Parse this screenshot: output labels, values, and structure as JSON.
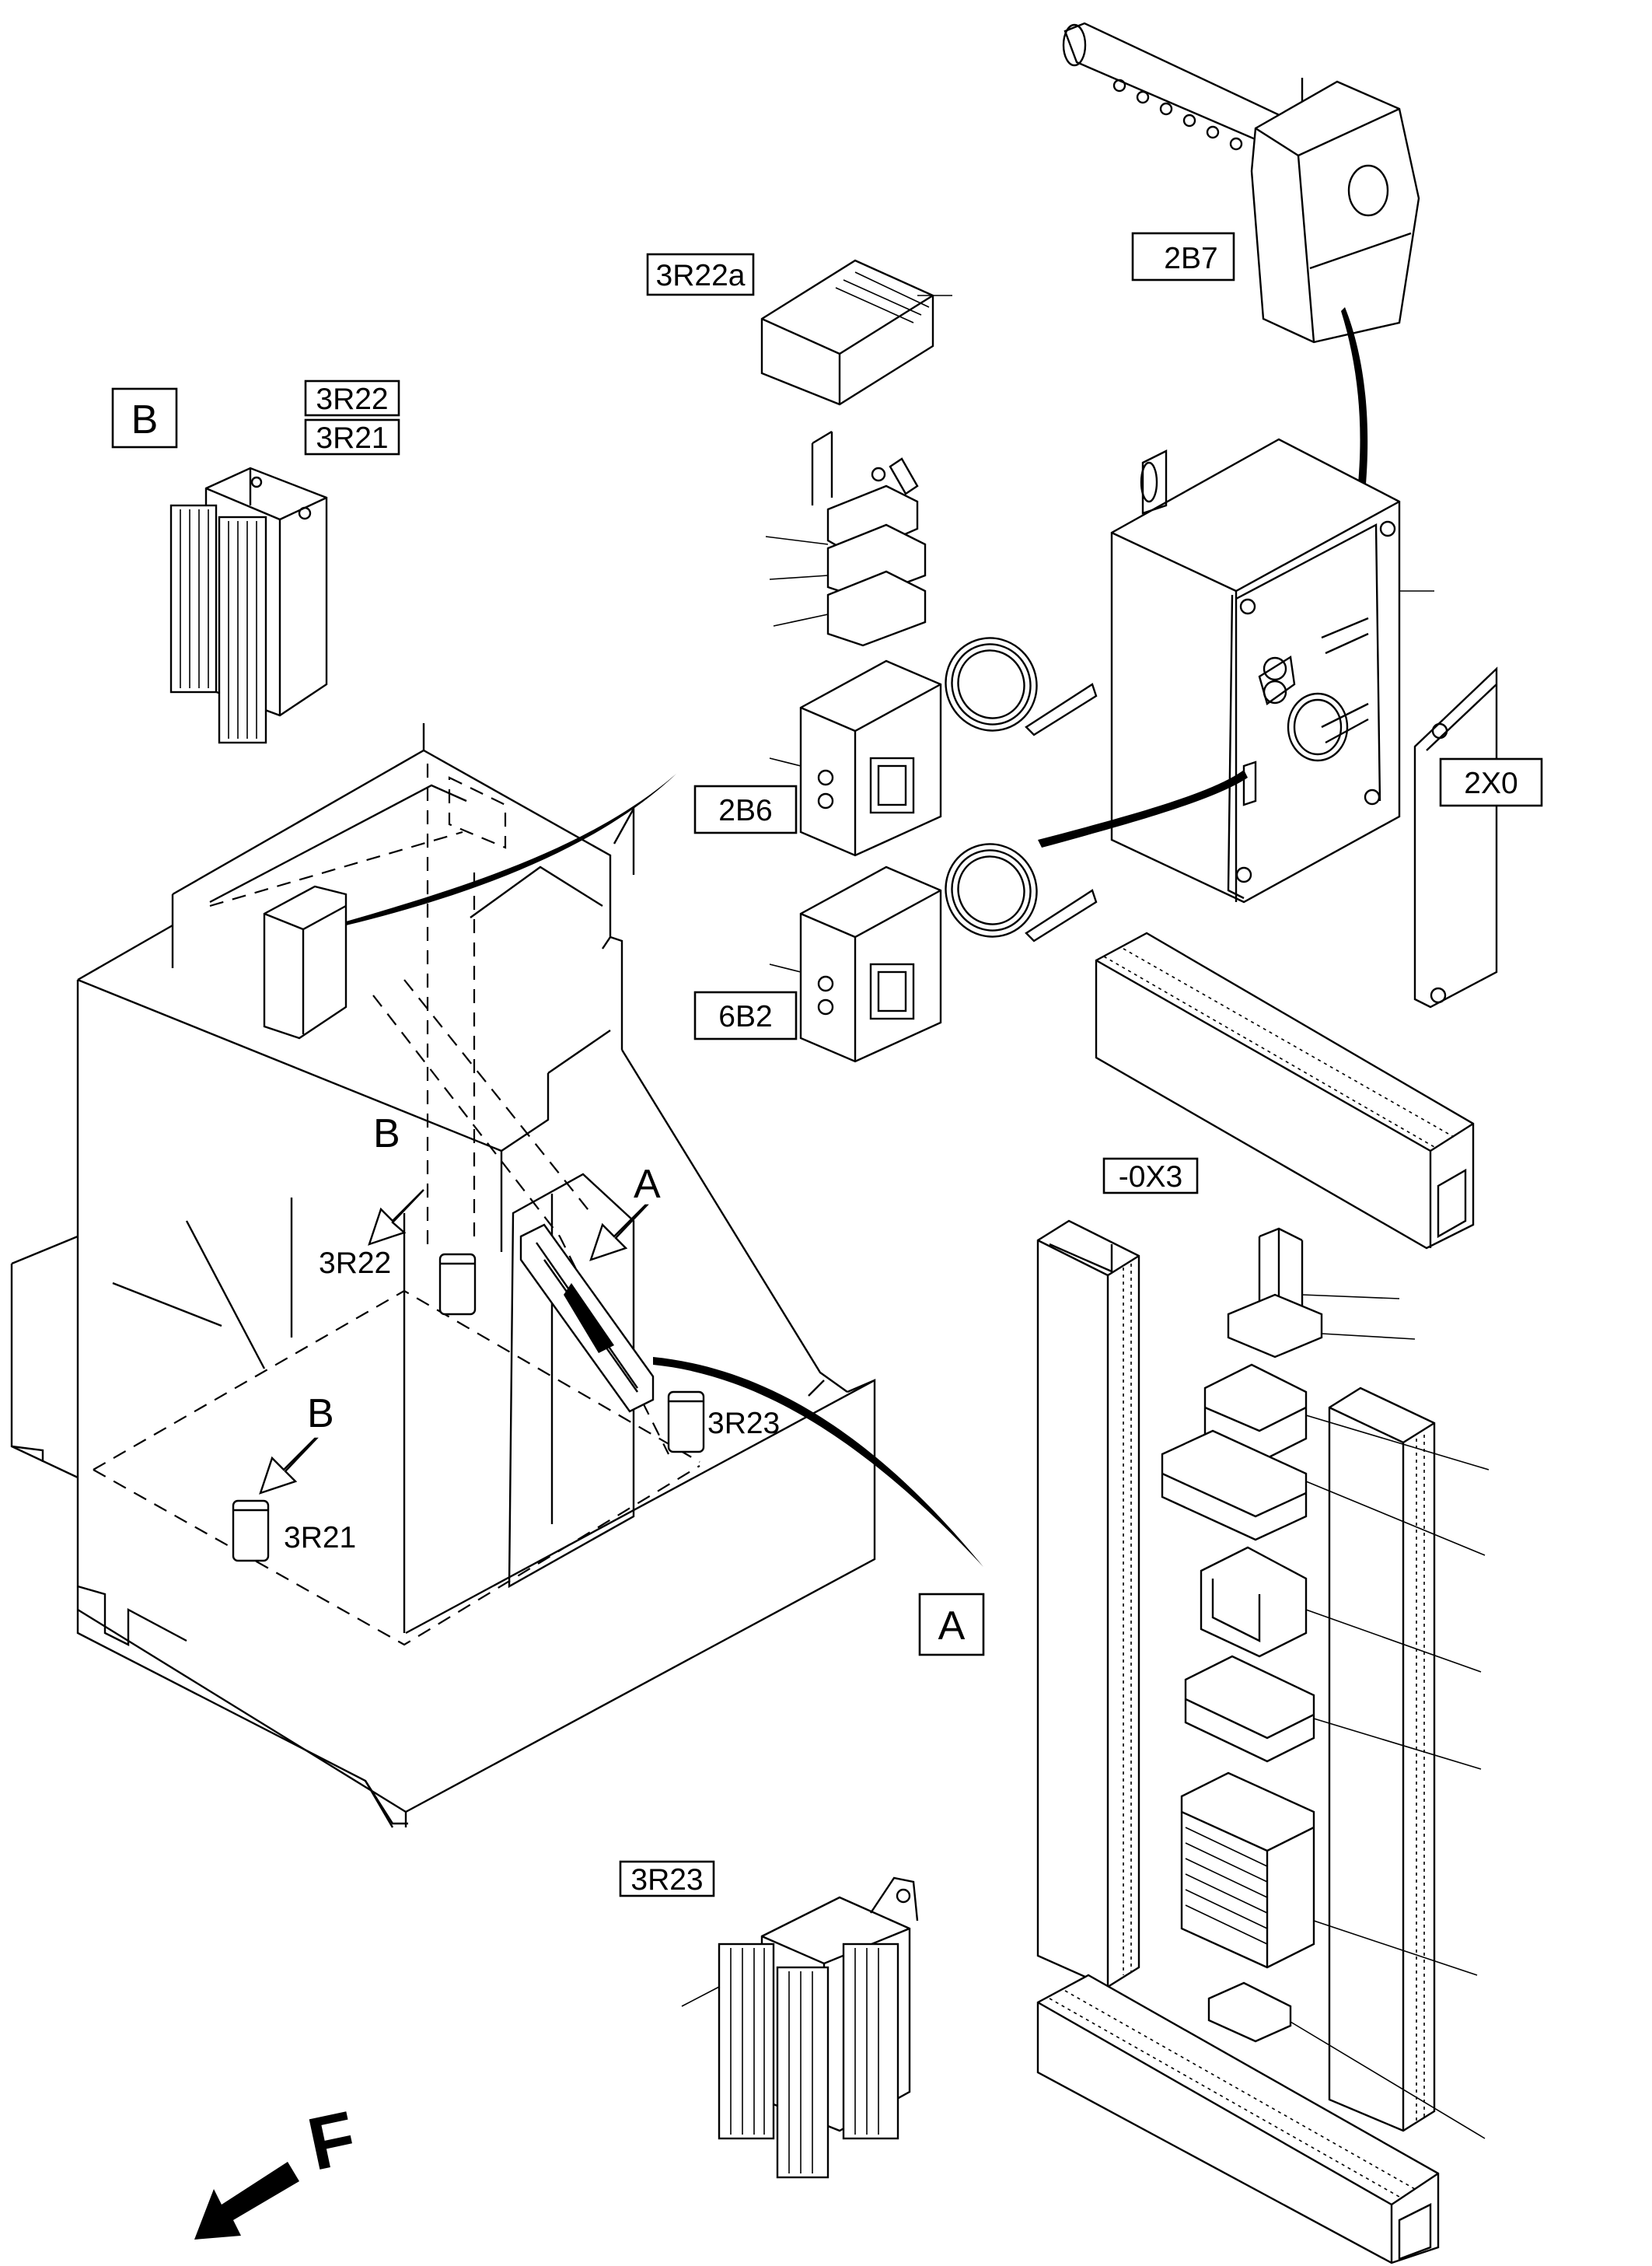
{
  "labels": {
    "view_b_box": "B",
    "view_a_box": "A",
    "part_3r22_box": "3R22",
    "part_3r21_box": "3R21",
    "part_3r22a": "3R22a",
    "part_2b7": "2B7",
    "part_2b6": "2B6",
    "part_6b2": "6B2",
    "part_2x0": "2X0",
    "part_0x3": "-0X3",
    "part_3r23_box": "3R23",
    "callout_3r22": "3R22",
    "callout_3r21": "3R21",
    "callout_3r23": "3R23",
    "arrow_b_upper": "B",
    "arrow_b_lower": "B",
    "arrow_a": "A",
    "front_marker": "F"
  }
}
